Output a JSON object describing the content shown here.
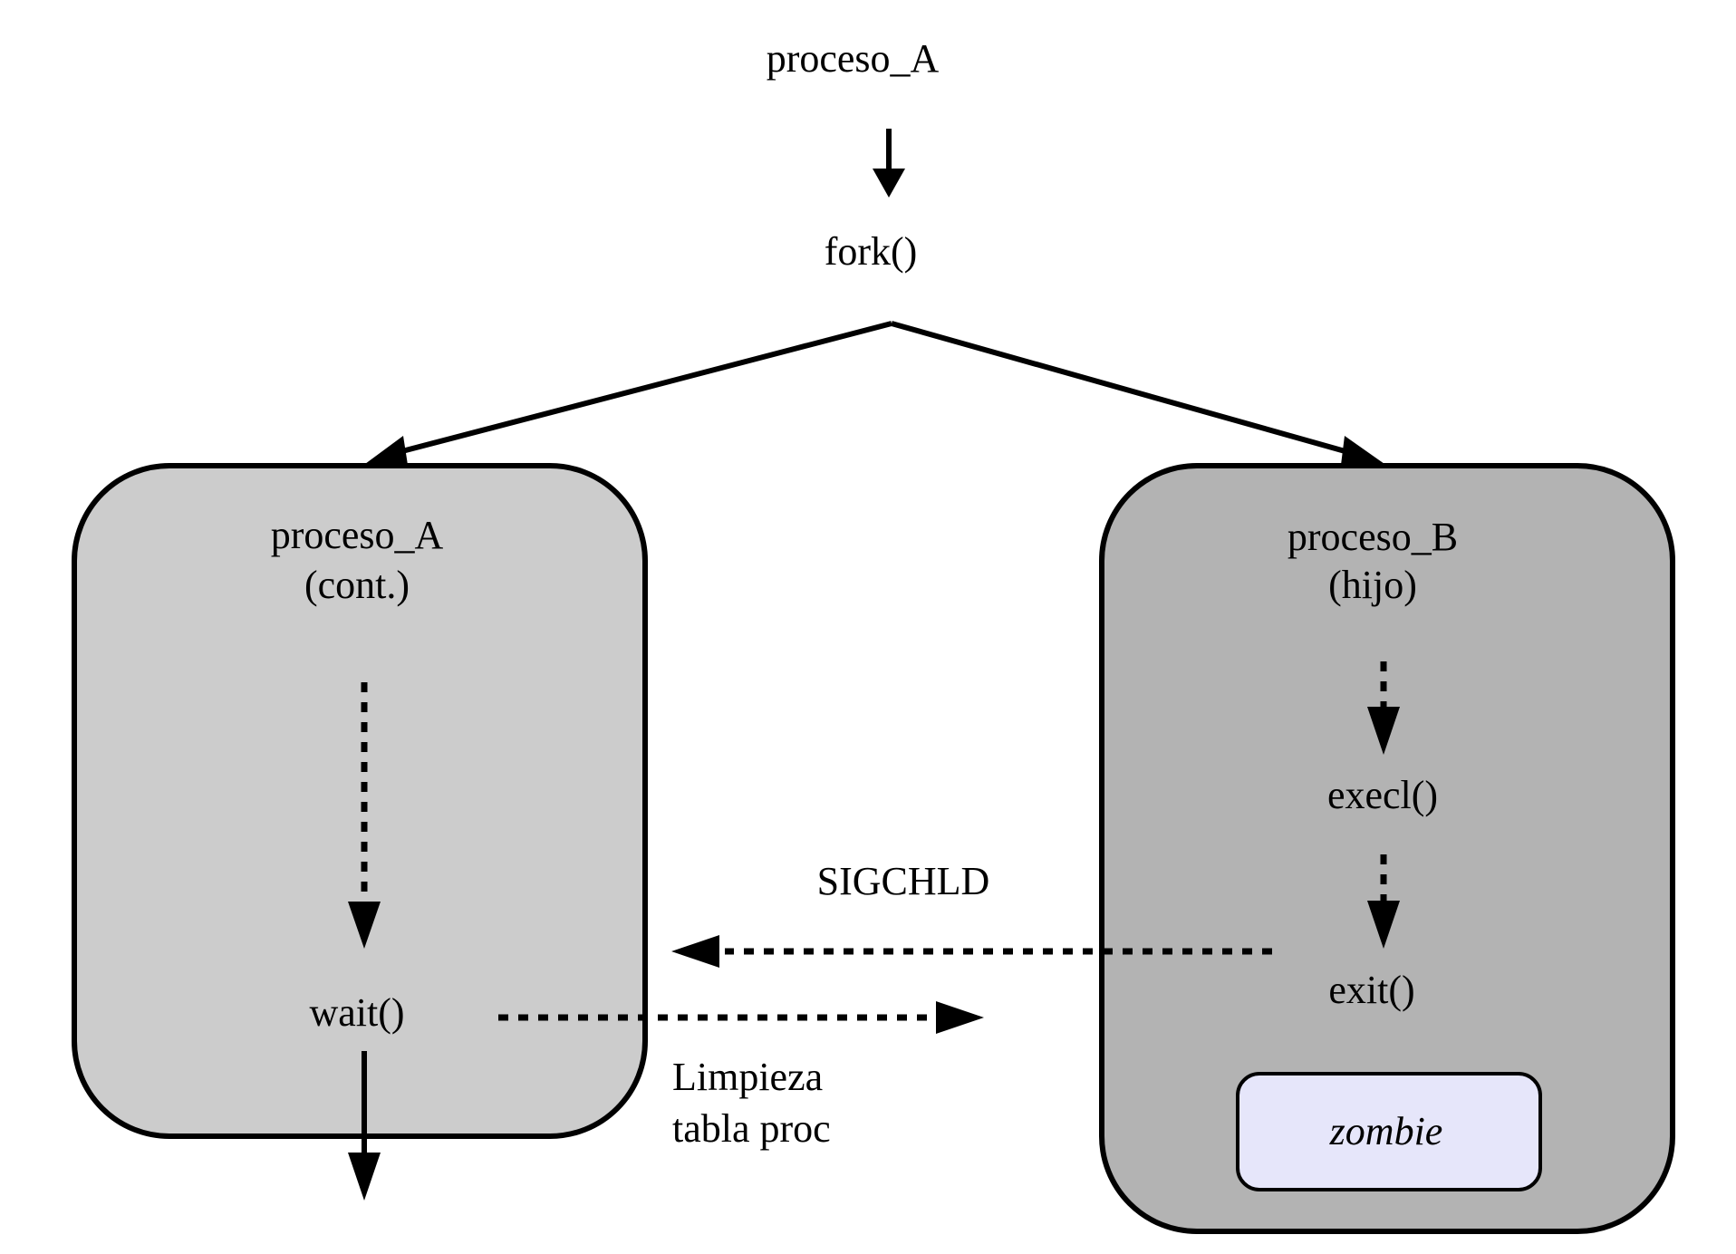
{
  "diagram": {
    "title_node": "proceso_A",
    "fork_node": "fork()",
    "parent": {
      "title": "proceso_A",
      "subtitle": "(cont.)",
      "wait_label": "wait()",
      "fill": "#cccccc"
    },
    "child": {
      "title": "proceso_B",
      "subtitle": "(hijo)",
      "execl_label": "execl()",
      "exit_label": "exit()",
      "fill": "#b3b3b3",
      "zombie": {
        "label": "zombie",
        "fill": "#e6e6fa"
      }
    },
    "signal_label": "SIGCHLD",
    "cleanup_label_line1": "Limpieza",
    "cleanup_label_line2": "tabla proc"
  },
  "edges": [
    {
      "from": "proceso_A",
      "to": "fork()",
      "style": "solid"
    },
    {
      "from": "fork()",
      "to": "proceso_A (cont.)",
      "style": "solid"
    },
    {
      "from": "fork()",
      "to": "proceso_B (hijo)",
      "style": "solid"
    },
    {
      "from": "proceso_A (cont.)",
      "to": "wait()",
      "style": "dotted"
    },
    {
      "from": "proceso_B (hijo)",
      "to": "execl()",
      "style": "dotted"
    },
    {
      "from": "execl()",
      "to": "exit()",
      "style": "dotted"
    },
    {
      "from": "exit()",
      "to": "proceso_A (cont.)",
      "style": "dotted",
      "label": "SIGCHLD"
    },
    {
      "from": "wait()",
      "to": "proceso_B (hijo)",
      "style": "dotted",
      "label": "Limpieza tabla proc"
    },
    {
      "from": "wait()",
      "to": "continuation",
      "style": "solid"
    }
  ]
}
